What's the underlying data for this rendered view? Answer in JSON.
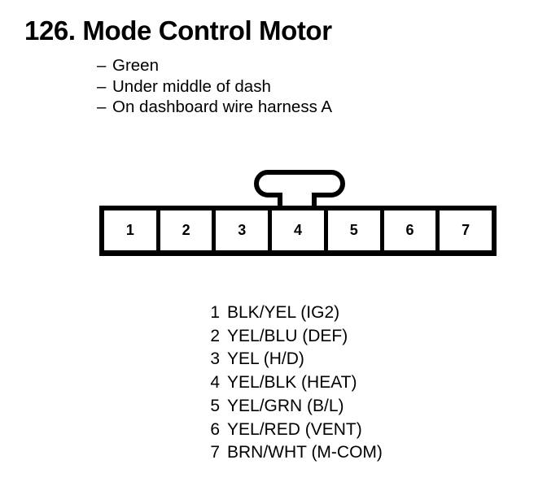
{
  "heading": {
    "number": "126.",
    "title": "Mode Control Motor",
    "full": "126. Mode Control Motor"
  },
  "specs": {
    "dash": "–",
    "items": [
      "Green",
      "Under middle of dash",
      "On dashboard wire harness A"
    ]
  },
  "connector": {
    "latch_name": "connector-latch",
    "pin_count": 7,
    "pins": [
      "1",
      "2",
      "3",
      "4",
      "5",
      "6",
      "7"
    ]
  },
  "legend": {
    "rows": [
      {
        "pin": "1",
        "wire": "BLK/YEL (IG2)"
      },
      {
        "pin": "2",
        "wire": "YEL/BLU (DEF)"
      },
      {
        "pin": "3",
        "wire": "YEL (H/D)"
      },
      {
        "pin": "4",
        "wire": "YEL/BLK (HEAT)"
      },
      {
        "pin": "5",
        "wire": "YEL/GRN (B/L)"
      },
      {
        "pin": "6",
        "wire": "YEL/RED (VENT)"
      },
      {
        "pin": "7",
        "wire": "BRN/WHT (M-COM)"
      }
    ]
  },
  "colors": {
    "ink": "#000000",
    "background": "#ffffff"
  }
}
